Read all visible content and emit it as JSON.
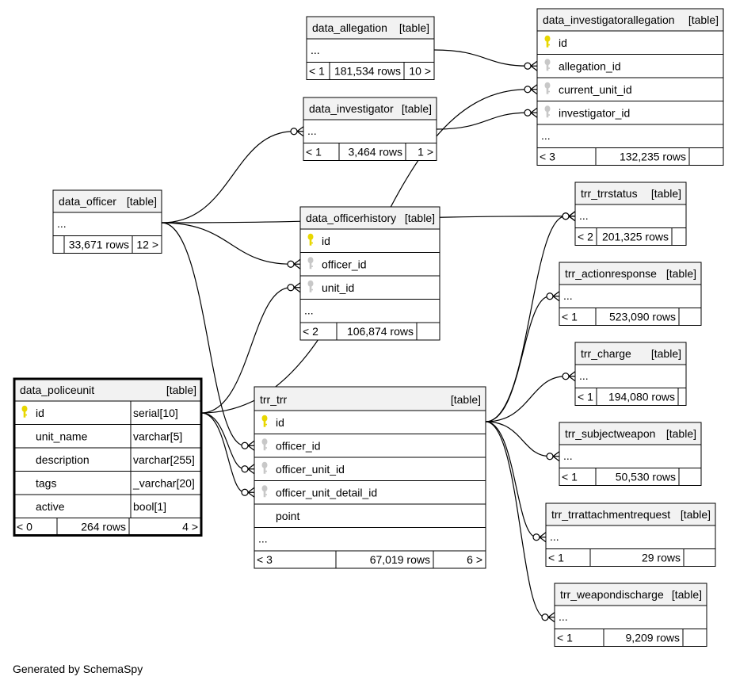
{
  "footer": "Generated by SchemaSpy",
  "colors": {
    "header_fill": "#f2f2f2",
    "border": "#000000",
    "primary_key": "#e8d700",
    "foreign_key": "#c8c8c8"
  },
  "tables": [
    {
      "id": "data_allegation",
      "name": "data_allegation",
      "tag": "[table]",
      "focus": false,
      "columns": [],
      "ellipsis": "...",
      "stats": [
        "< 1",
        "181,534 rows",
        "10 >"
      ]
    },
    {
      "id": "data_investigatorallegation",
      "name": "data_investigatorallegation",
      "tag": "[table]",
      "focus": false,
      "columns": [
        {
          "name": "id",
          "key": "pk"
        },
        {
          "name": "allegation_id",
          "key": "fk"
        },
        {
          "name": "current_unit_id",
          "key": "fk"
        },
        {
          "name": "investigator_id",
          "key": "fk"
        }
      ],
      "ellipsis": "...",
      "stats": [
        "< 3",
        "132,235 rows",
        ""
      ]
    },
    {
      "id": "data_investigator",
      "name": "data_investigator",
      "tag": "[table]",
      "focus": false,
      "columns": [],
      "ellipsis": "...",
      "stats": [
        "< 1",
        "3,464 rows",
        "1 >"
      ]
    },
    {
      "id": "data_officer",
      "name": "data_officer",
      "tag": "[table]",
      "focus": false,
      "columns": [],
      "ellipsis": "...",
      "stats": [
        "",
        "33,671 rows",
        "12 >"
      ]
    },
    {
      "id": "trr_trrstatus",
      "name": "trr_trrstatus",
      "tag": "[table]",
      "focus": false,
      "columns": [],
      "ellipsis": "...",
      "stats": [
        "< 2",
        "201,325 rows",
        ""
      ]
    },
    {
      "id": "data_officerhistory",
      "name": "data_officerhistory",
      "tag": "[table]",
      "focus": false,
      "columns": [
        {
          "name": "id",
          "key": "pk"
        },
        {
          "name": "officer_id",
          "key": "fk"
        },
        {
          "name": "unit_id",
          "key": "fk"
        }
      ],
      "ellipsis": "...",
      "stats": [
        "< 2",
        "106,874 rows",
        ""
      ]
    },
    {
      "id": "trr_actionresponse",
      "name": "trr_actionresponse",
      "tag": "[table]",
      "focus": false,
      "columns": [],
      "ellipsis": "...",
      "stats": [
        "< 1",
        "523,090 rows",
        ""
      ]
    },
    {
      "id": "trr_charge",
      "name": "trr_charge",
      "tag": "[table]",
      "focus": false,
      "columns": [],
      "ellipsis": "...",
      "stats": [
        "< 1",
        "194,080 rows",
        ""
      ]
    },
    {
      "id": "data_policeunit",
      "name": "data_policeunit",
      "tag": "[table]",
      "focus": true,
      "columns": [
        {
          "name": "id",
          "key": "pk",
          "type": "serial[10]"
        },
        {
          "name": "unit_name",
          "key": "",
          "type": "varchar[5]"
        },
        {
          "name": "description",
          "key": "",
          "type": "varchar[255]"
        },
        {
          "name": "tags",
          "key": "",
          "type": "_varchar[20]"
        },
        {
          "name": "active",
          "key": "",
          "type": "bool[1]"
        }
      ],
      "ellipsis": "",
      "stats": [
        "< 0",
        "264 rows",
        "4 >"
      ]
    },
    {
      "id": "trr_trr",
      "name": "trr_trr",
      "tag": "[table]",
      "focus": false,
      "columns": [
        {
          "name": "id",
          "key": "pk"
        },
        {
          "name": "officer_id",
          "key": "fk"
        },
        {
          "name": "officer_unit_id",
          "key": "fk"
        },
        {
          "name": "officer_unit_detail_id",
          "key": "fk"
        },
        {
          "name": "point",
          "key": ""
        }
      ],
      "ellipsis": "...",
      "stats": [
        "< 3",
        "67,019 rows",
        "6 >"
      ]
    },
    {
      "id": "trr_subjectweapon",
      "name": "trr_subjectweapon",
      "tag": "[table]",
      "focus": false,
      "columns": [],
      "ellipsis": "...",
      "stats": [
        "< 1",
        "50,530 rows",
        ""
      ]
    },
    {
      "id": "trr_trrattachmentrequest",
      "name": "trr_trrattachmentrequest",
      "tag": "[table]",
      "focus": false,
      "columns": [],
      "ellipsis": "...",
      "stats": [
        "< 1",
        "29 rows",
        ""
      ]
    },
    {
      "id": "trr_weapondischarge",
      "name": "trr_weapondischarge",
      "tag": "[table]",
      "focus": false,
      "columns": [],
      "ellipsis": "...",
      "stats": [
        "< 1",
        "9,209 rows",
        ""
      ]
    }
  ],
  "relationships": [
    {
      "from": "data_allegation",
      "to": "data_investigatorallegation.allegation_id"
    },
    {
      "from": "data_investigator",
      "to": "data_investigatorallegation.investigator_id"
    },
    {
      "from": "data_policeunit",
      "to": "data_investigatorallegation.current_unit_id"
    },
    {
      "from": "data_officer",
      "to": "data_investigator"
    },
    {
      "from": "data_officer",
      "to": "trr_trrstatus"
    },
    {
      "from": "data_officer",
      "to": "data_officerhistory.officer_id"
    },
    {
      "from": "data_officer",
      "to": "trr_trr.officer_id"
    },
    {
      "from": "data_policeunit",
      "to": "data_officerhistory.unit_id"
    },
    {
      "from": "data_policeunit",
      "to": "trr_trr.officer_unit_id"
    },
    {
      "from": "data_policeunit",
      "to": "trr_trr.officer_unit_detail_id"
    },
    {
      "from": "trr_trr",
      "to": "trr_trrstatus"
    },
    {
      "from": "trr_trr",
      "to": "trr_actionresponse"
    },
    {
      "from": "trr_trr",
      "to": "trr_charge"
    },
    {
      "from": "trr_trr",
      "to": "trr_subjectweapon"
    },
    {
      "from": "trr_trr",
      "to": "trr_trrattachmentrequest"
    },
    {
      "from": "trr_trr",
      "to": "trr_weapondischarge"
    }
  ]
}
